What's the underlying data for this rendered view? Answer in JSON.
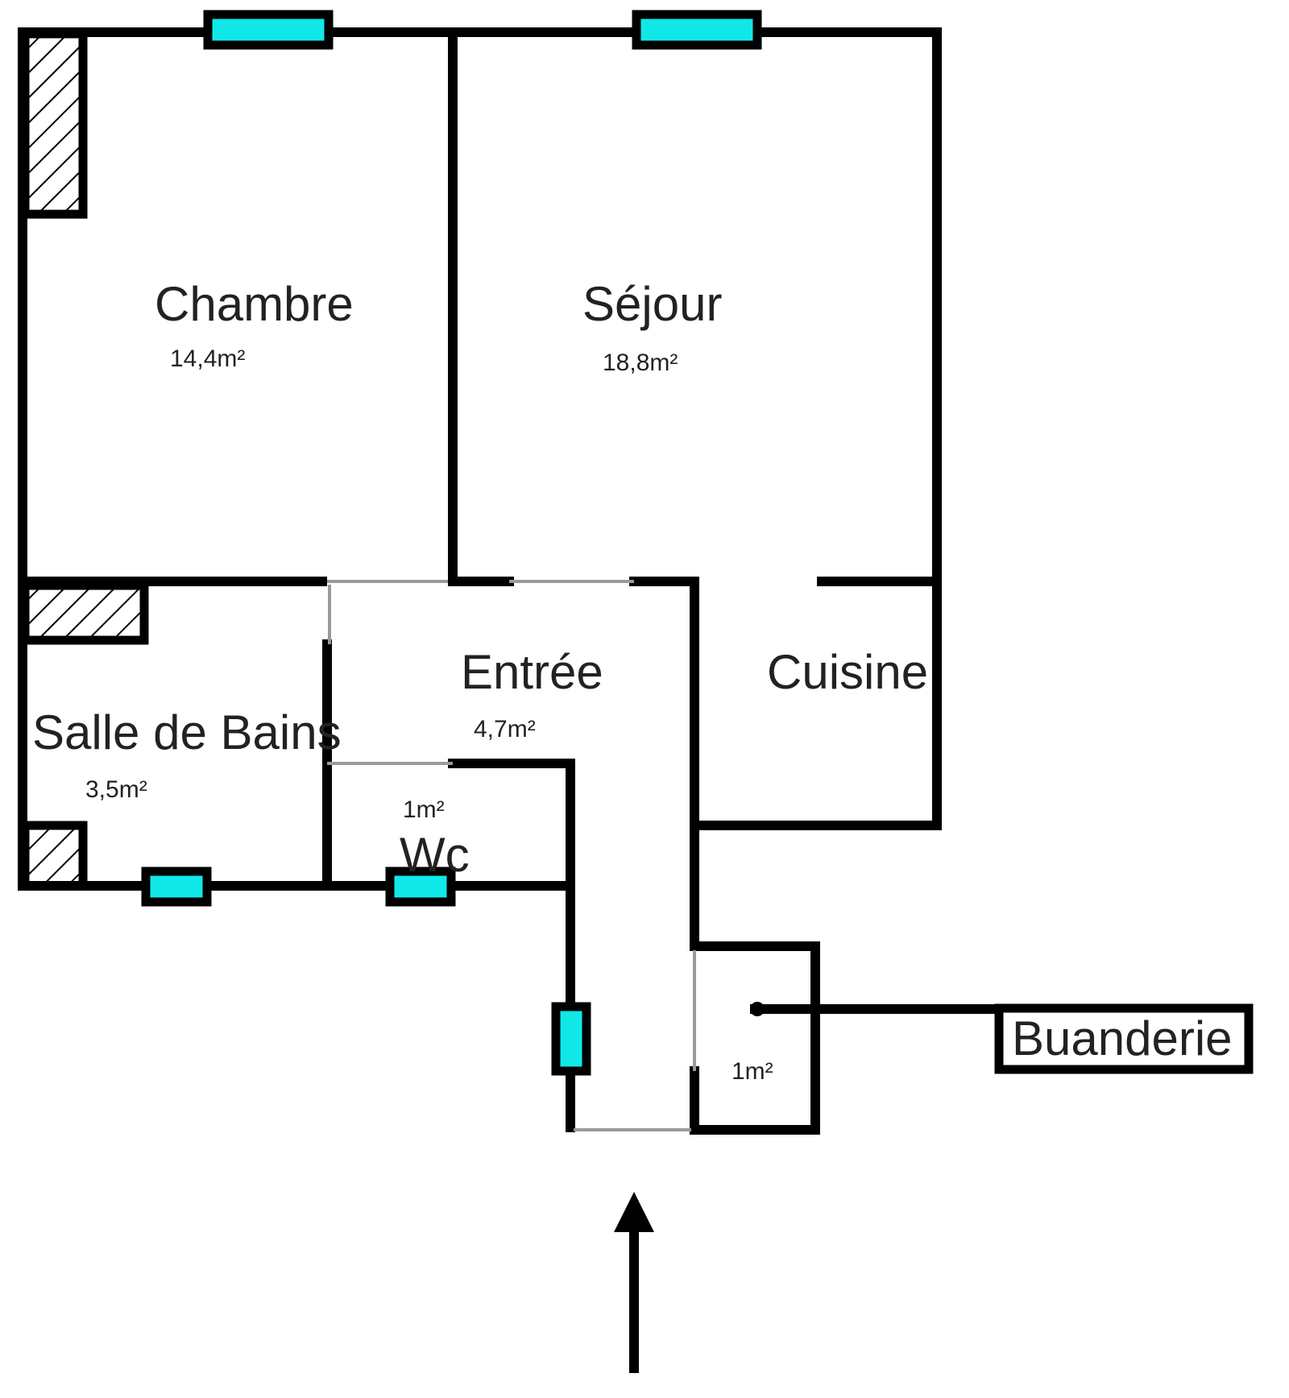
{
  "title": "Plan d'appartement",
  "colors": {
    "wall": "#000000",
    "window": "#10e8e8",
    "text": "#222222"
  },
  "rooms": [
    {
      "name": "Chambre",
      "area": "14,4m²"
    },
    {
      "name": "Séjour",
      "area": "18,8m²"
    },
    {
      "name": "Entrée",
      "area": "4,7m²"
    },
    {
      "name": "Cuisine",
      "area": ""
    },
    {
      "name": "Salle de Bains",
      "area": "3,5m²"
    },
    {
      "name": "Wc",
      "area": "1m²"
    },
    {
      "name": "Buanderie",
      "area": "1m²"
    }
  ],
  "entrance_icon": "arrow-up-icon"
}
